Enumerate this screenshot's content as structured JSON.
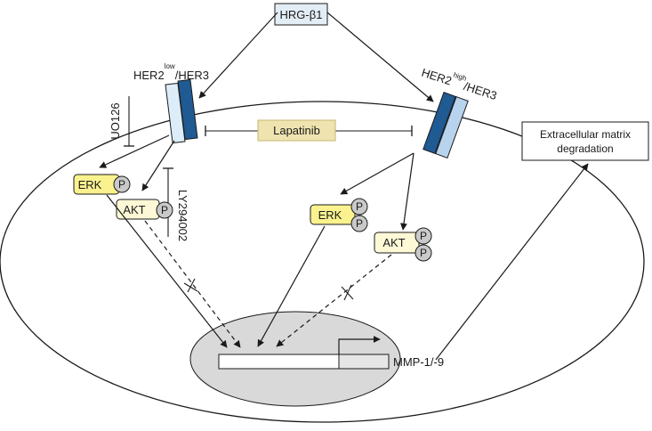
{
  "ligand": {
    "label": "HRG-β1"
  },
  "receptor_low": {
    "her2": "HER2",
    "level": "low",
    "partner": "/HER3"
  },
  "receptor_high": {
    "her2": "HER2",
    "level": "high",
    "partner": "/HER3"
  },
  "inhibitors": {
    "lapatinib": "Lapatinib",
    "mek": "UO126",
    "pi3k": "LY294002"
  },
  "left_kinases": {
    "erk": "ERK",
    "akt": "AKT",
    "phospho": "P"
  },
  "right_kinases": {
    "erk": "ERK",
    "akt": "AKT",
    "phospho": "P"
  },
  "gene": {
    "label": "MMP-1/-9"
  },
  "outcome": {
    "line1": "Extracellular matrix",
    "line2": "degradation"
  },
  "colors": {
    "receptor_dark": "#1f5a93",
    "receptor_light": "#dcecf8",
    "receptor_mid": "#b7d3ee",
    "kinase_yellow": "#fbf28f",
    "kinase_cream": "#fdf9d6",
    "phospho_gray": "#c9c9c9",
    "nucleus_gray": "#d9d9d9",
    "lapatinib_fill": "#efe4b0",
    "ligand_fill": "#e3edf6"
  }
}
